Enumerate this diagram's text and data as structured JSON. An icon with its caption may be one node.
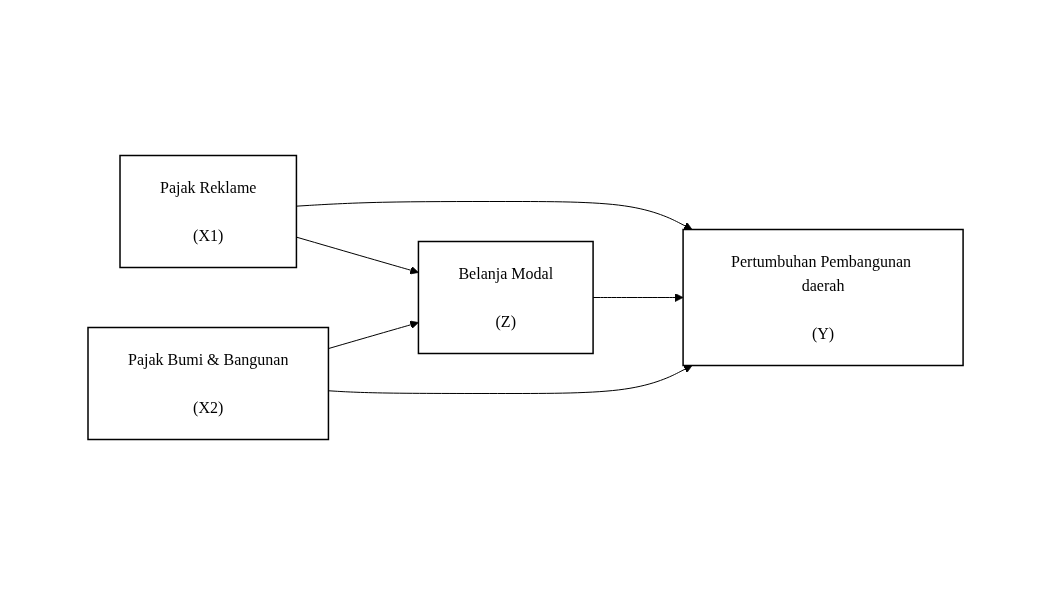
{
  "diagram": {
    "nodes": [
      {
        "text": [
          "Pajak Reklame",
          "(X1)"
        ]
      },
      {
        "text": [
          "Pertumbuhan Pembangunan daerah",
          "(Y)"
        ]
      },
      {
        "text": [
          "Belanja Modal",
          "(Z)"
        ]
      },
      {
        "text": [
          "Pajak Bumi & Bangunan",
          "(X2)"
        ]
      }
    ],
    "edges": [
      {
        "from": 0,
        "to": 1,
        "arrow": "to"
      },
      {
        "from": 0,
        "to": 2,
        "arrow": "to"
      },
      {
        "from": 3,
        "to": 2,
        "arrow": "to"
      },
      {
        "from": 2,
        "to": 1,
        "arrow": "to"
      },
      {
        "from": 3,
        "to": 1,
        "arrow": "to"
      }
    ]
  }
}
